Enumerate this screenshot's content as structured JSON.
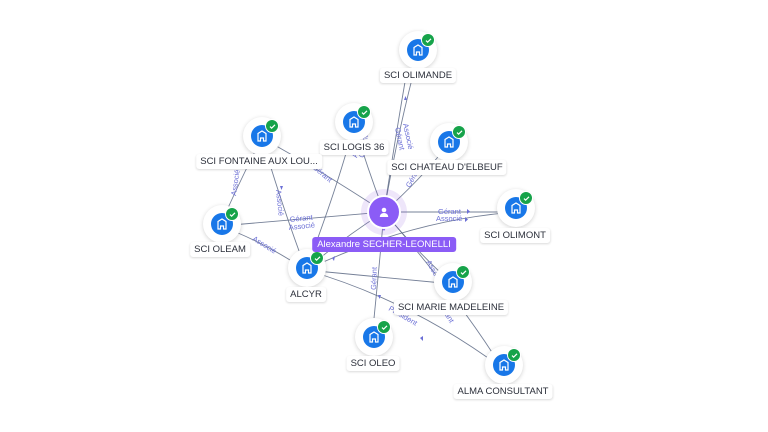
{
  "person": {
    "name": "Alexandre SECHER-LEONELLI",
    "icon": "person-icon",
    "color": "#8b5cf6"
  },
  "nodes": [
    {
      "id": "olimande",
      "label": "SCI OLIMANDE",
      "icon": "building-icon"
    },
    {
      "id": "logis36",
      "label": "SCI LOGIS 36",
      "icon": "building-icon"
    },
    {
      "id": "fontaine",
      "label": "SCI FONTAINE AUX LOU...",
      "icon": "building-icon"
    },
    {
      "id": "chateau",
      "label": "SCI CHATEAU D'ELBEUF",
      "icon": "building-icon"
    },
    {
      "id": "oleam",
      "label": "SCI OLEAM",
      "icon": "building-icon"
    },
    {
      "id": "olimont",
      "label": "SCI OLIMONT",
      "icon": "building-icon"
    },
    {
      "id": "alcyr",
      "label": "ALCYR",
      "icon": "building-icon"
    },
    {
      "id": "madeleine",
      "label": "SCI MARIE MADELEINE",
      "icon": "building-icon"
    },
    {
      "id": "oleo",
      "label": "SCI OLEO",
      "icon": "building-icon"
    },
    {
      "id": "alma",
      "label": "ALMA CONSULTANT",
      "icon": "building-icon"
    }
  ],
  "edge_labels": {
    "gerant": "Gérant",
    "associe": "Associé",
    "president": "Président"
  },
  "colors": {
    "entity": "#1877e8",
    "verified": "#16a34a",
    "edge_text": "#6b6fd6",
    "edge": "#5d6a85"
  }
}
